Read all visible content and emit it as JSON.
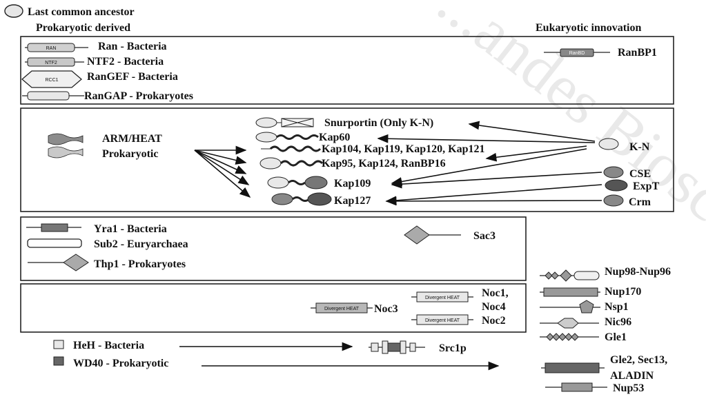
{
  "legend": {
    "ancestor": "Last common ancestor"
  },
  "headers": {
    "prokaryotic": "Prokaryotic derived",
    "eukaryotic": "Eukaryotic innovation"
  },
  "box1": {
    "ran": "Ran - Bacteria",
    "ran_tag": "RAN",
    "ntf2": "NTF2 - Bacteria",
    "ntf2_tag": "NTF2",
    "rangef": "RanGEF - Bacteria",
    "rangef_tag": "RCC1",
    "rangap": "RanGAP - Prokaryotes",
    "ranbp1": "RanBP1",
    "ranbp1_tag": "RanBD"
  },
  "box2": {
    "armheat_1": "ARM/HEAT",
    "armheat_2": "Prokaryotic",
    "snurportin": "Snurportin (Only K-N)",
    "kap60": "Kap60",
    "kap104": "Kap104, Kap119, Kap120, Kap121",
    "kap95": "Kap95, Kap124, RanBP16",
    "kap109": "Kap109",
    "kap127": "Kap127",
    "kn": "K-N",
    "cse": "CSE",
    "expt": "ExpT",
    "crm": "Crm"
  },
  "box3": {
    "yra1": "Yra1 - Bacteria",
    "sub2": "Sub2 - Euryarchaea",
    "thp1": "Thp1 - Prokaryotes",
    "sac3": "Sac3"
  },
  "box4": {
    "divergent": "Divergent HEAT",
    "noc3": "Noc3",
    "noc1": "Noc1,",
    "noc4": "Noc4",
    "noc2": "Noc2"
  },
  "bottom": {
    "heh": "HeH - Bacteria",
    "wd40": "WD40 - Prokaryotic",
    "src1p": "Src1p"
  },
  "nups": {
    "nup98": "Nup98-Nup96",
    "nup170": "Nup170",
    "nsp1": "Nsp1",
    "nic96": "Nic96",
    "gle1": "Gle1",
    "gle2_1": "Gle2, Sec13,",
    "gle2_2": "ALADIN",
    "nup53": "Nup53"
  },
  "watermark": "...andes Bioscie..."
}
